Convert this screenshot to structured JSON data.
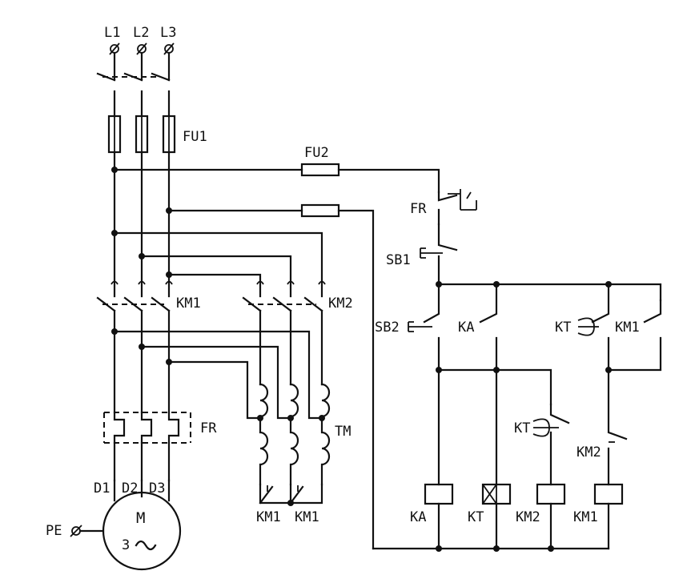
{
  "labels": {
    "l1": "L1",
    "l2": "L2",
    "l3": "L3",
    "fu1": "FU1",
    "fu2": "FU2",
    "km1_main": "KM1",
    "km2_main": "KM2",
    "fr_main": "FR",
    "tm": "TM",
    "d1": "D1",
    "d2": "D2",
    "d3": "D3",
    "pe": "PE",
    "motor_m": "M",
    "motor_3": "3",
    "km1_star_a": "KM1",
    "km1_star_b": "KM1",
    "fr_ctrl": "FR",
    "sb1": "SB1",
    "sb2": "SB2",
    "ka_contact": "KA",
    "kt_contact": "KT",
    "km1_contact": "KM1",
    "kt_delay": "KT",
    "km2_nc": "KM2",
    "coil_ka": "KA",
    "coil_kt": "KT",
    "coil_km2": "KM2",
    "coil_km1": "KM1"
  }
}
